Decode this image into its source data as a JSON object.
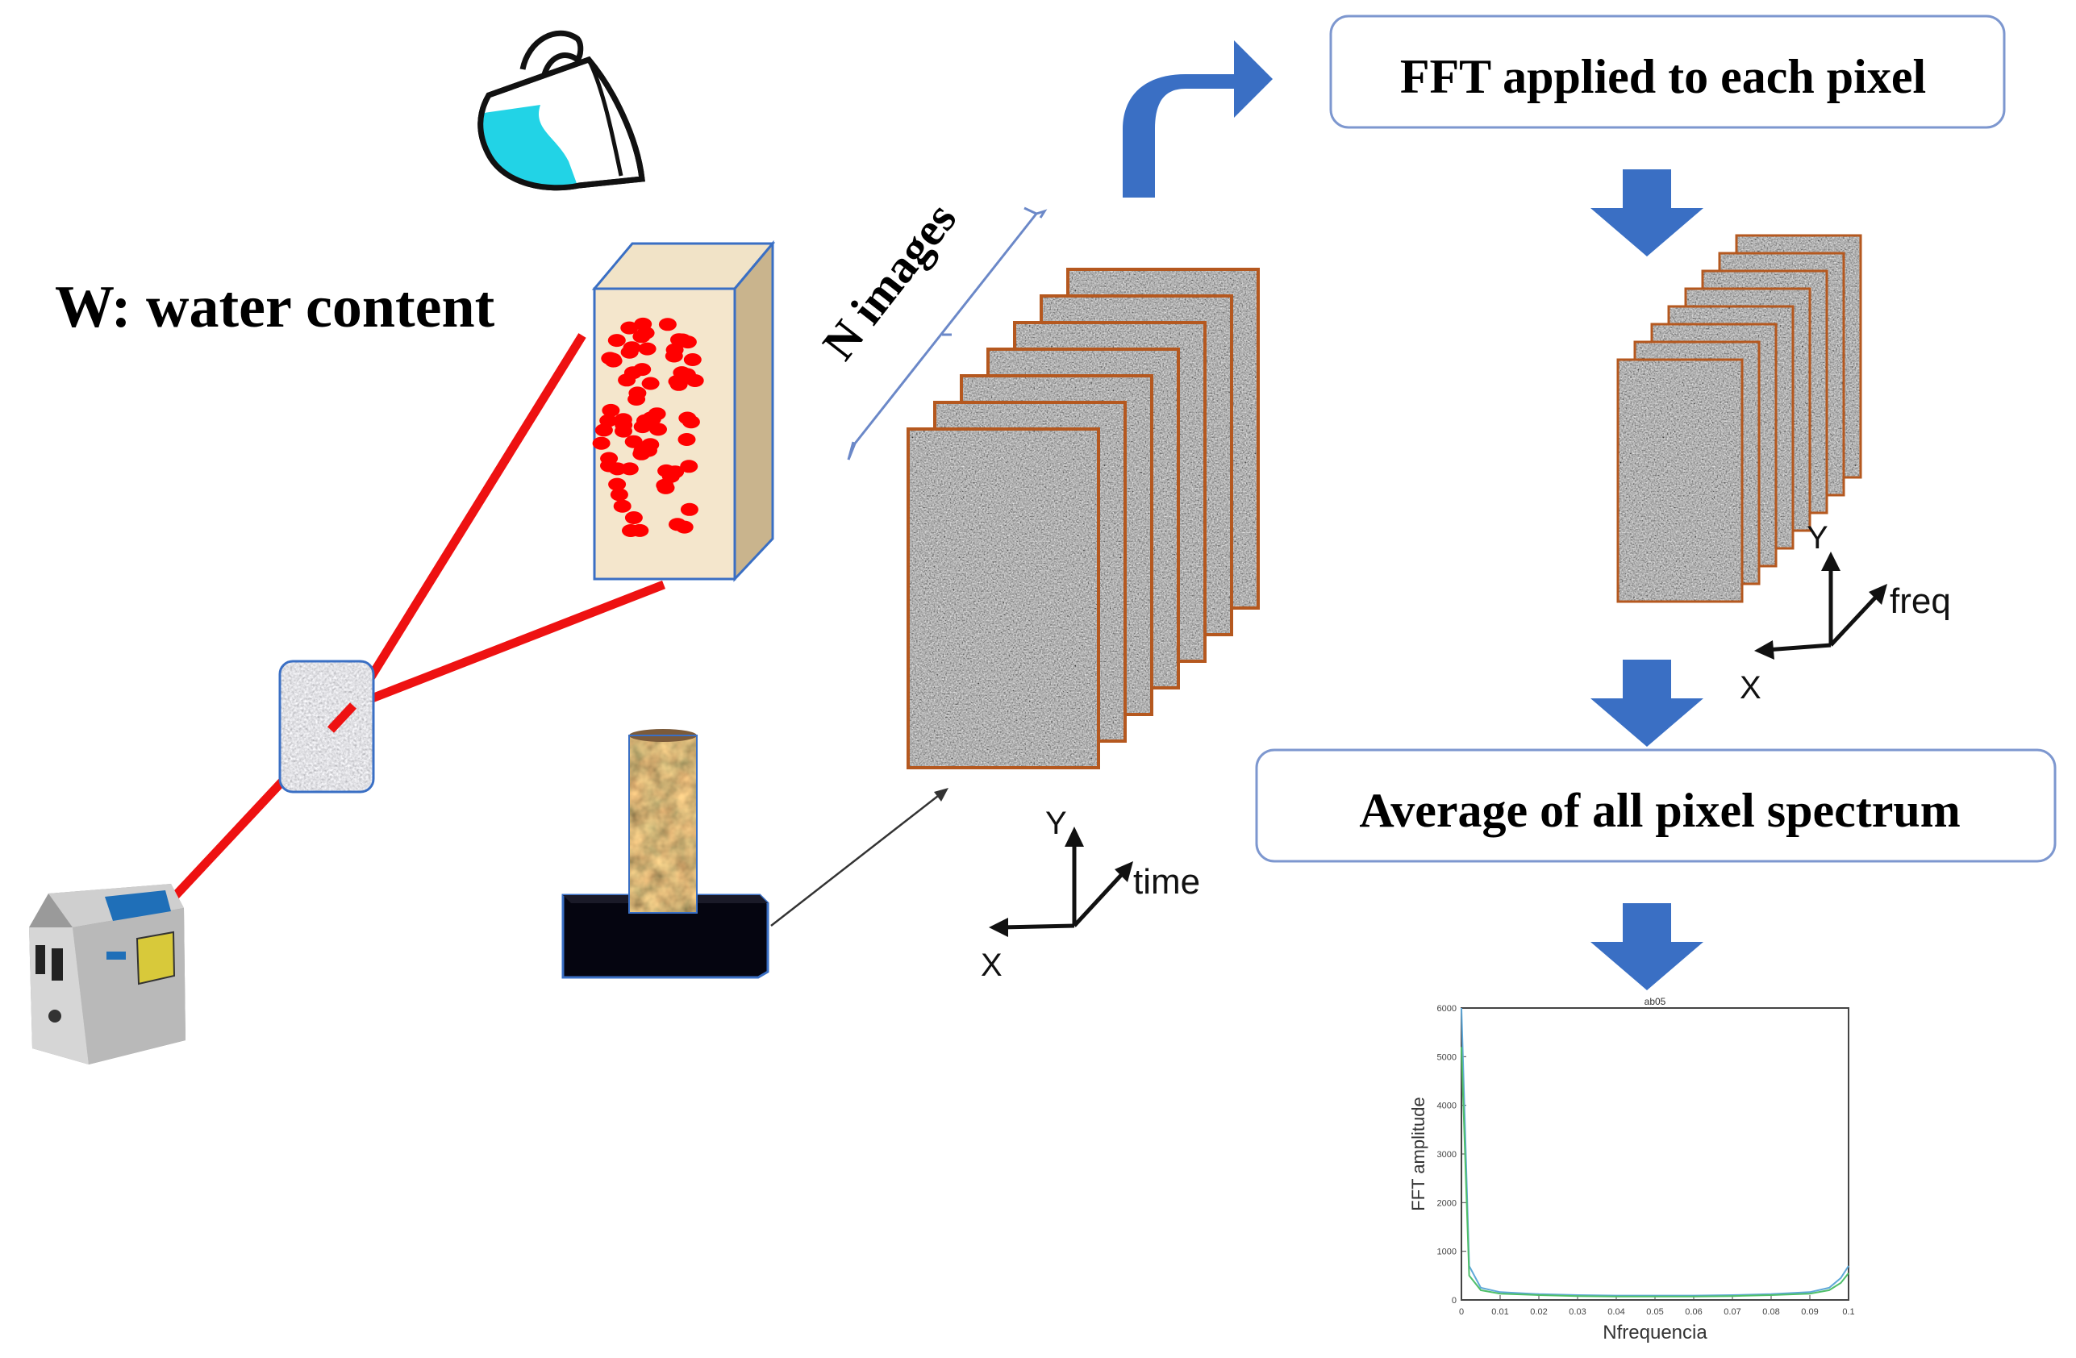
{
  "title": "W: water content",
  "stack_label": "N images",
  "step1": "FFT applied to each pixel",
  "step2": "Average of all pixel spectrum",
  "axes_time": {
    "x": "X",
    "y": "Y",
    "z": "time"
  },
  "axes_freq": {
    "x": "X",
    "y": "Y",
    "z": "freq"
  },
  "plot": {
    "title": "ab05",
    "xlabel": "Nfrequencia",
    "ylabel": "FFT amplitude",
    "xticks": [
      "0",
      "0.01",
      "0.02",
      "0.03",
      "0.04",
      "0.05",
      "0.06",
      "0.07",
      "0.08",
      "0.09",
      "0.1"
    ],
    "yticks": [
      "0",
      "1000",
      "2000",
      "3000",
      "4000",
      "5000",
      "6000"
    ]
  },
  "colors": {
    "laser": "#ee1111",
    "arrow": "#3a6fc4",
    "box_border": "#3a6fc4",
    "frame_border": "#b5581f",
    "water": "#22d3e6",
    "droplets": "#ff0000"
  },
  "chart_data": {
    "type": "line",
    "title": "ab05",
    "xlabel": "Nfrequencia",
    "ylabel": "FFT amplitude",
    "xlim": [
      0,
      0.1
    ],
    "ylim": [
      0,
      6000
    ],
    "x": [
      0,
      0.002,
      0.005,
      0.01,
      0.02,
      0.03,
      0.04,
      0.05,
      0.06,
      0.07,
      0.08,
      0.09,
      0.095,
      0.098,
      0.1
    ],
    "series": [
      {
        "values": [
          6000,
          700,
          250,
          160,
          120,
          100,
          90,
          90,
          90,
          100,
          120,
          160,
          250,
          450,
          700
        ]
      },
      {
        "values": [
          5200,
          500,
          200,
          130,
          100,
          80,
          70,
          70,
          70,
          80,
          100,
          130,
          200,
          350,
          550
        ]
      }
    ]
  }
}
